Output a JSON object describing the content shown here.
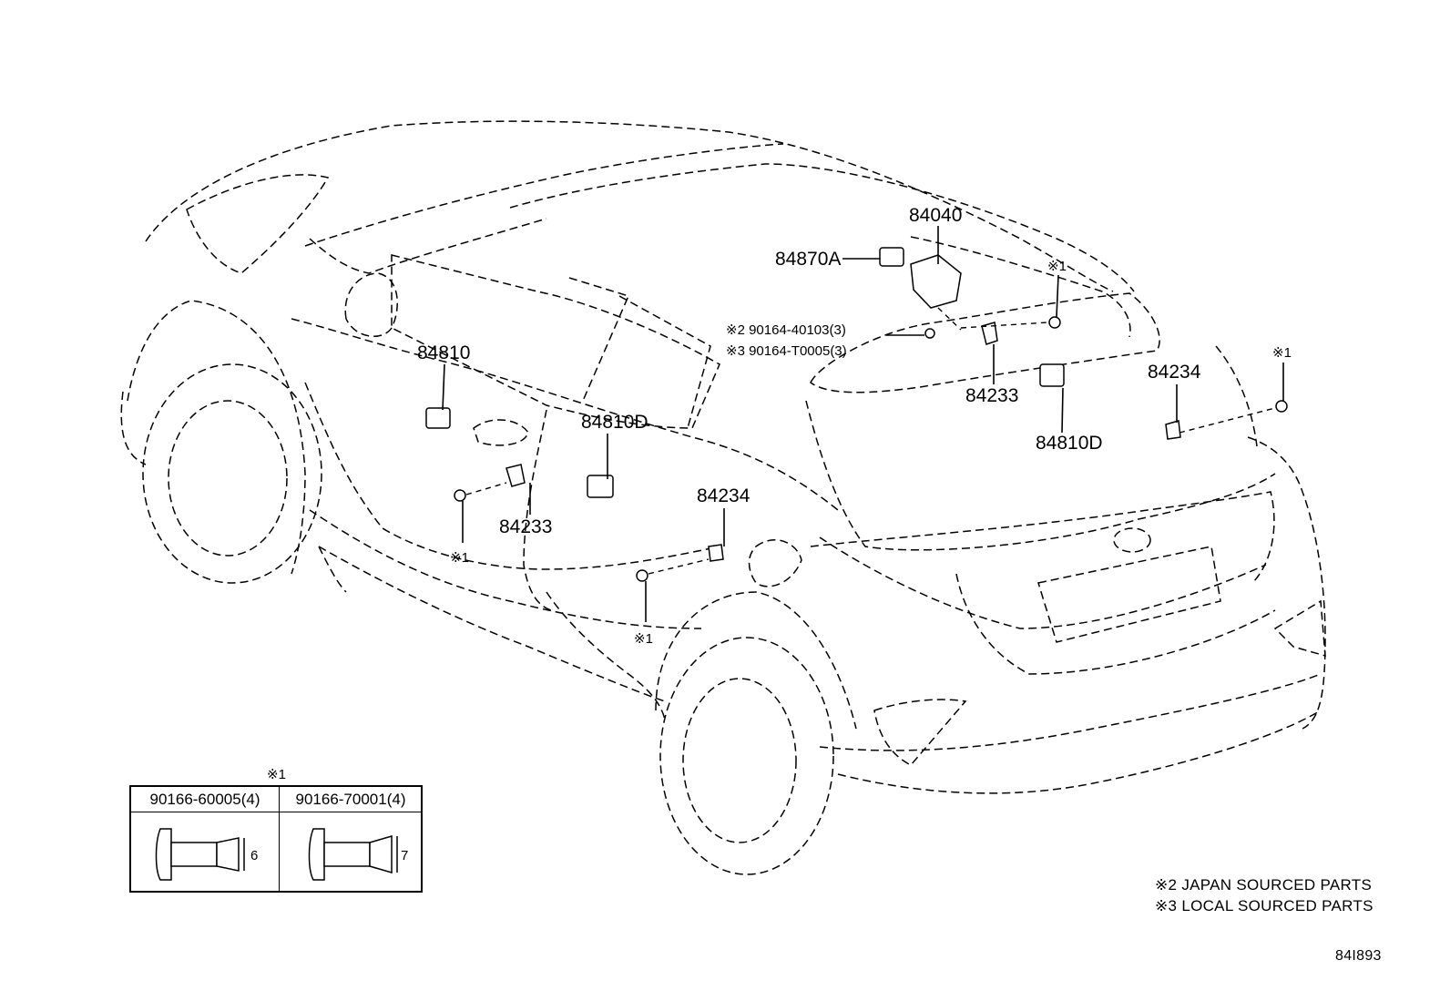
{
  "labels": {
    "p84040": "84040",
    "p84870A": "84870A",
    "star1_top": "※1",
    "star1_right": "※1",
    "jp_bolt": "※2 90164-40103(3)",
    "local_bolt": "※3 90164-T0005(3)",
    "p84810": "84810",
    "p84810D_mid": "84810D",
    "p84233_rear": "84233",
    "p84810D_rear": "84810D",
    "p84234_right": "84234",
    "p84234_mid": "84234",
    "p84233_side": "84233",
    "star1_side": "※1",
    "star1_mid": "※1"
  },
  "legend": {
    "marker": "※1",
    "col1": "90166-60005(4)",
    "col2": "90166-70001(4)",
    "dim1": "6",
    "dim2": "7"
  },
  "notes": {
    "japan": "※2 JAPAN SOURCED PARTS",
    "local": "※3 LOCAL SOURCED PARTS"
  },
  "figure_id": "84I893"
}
